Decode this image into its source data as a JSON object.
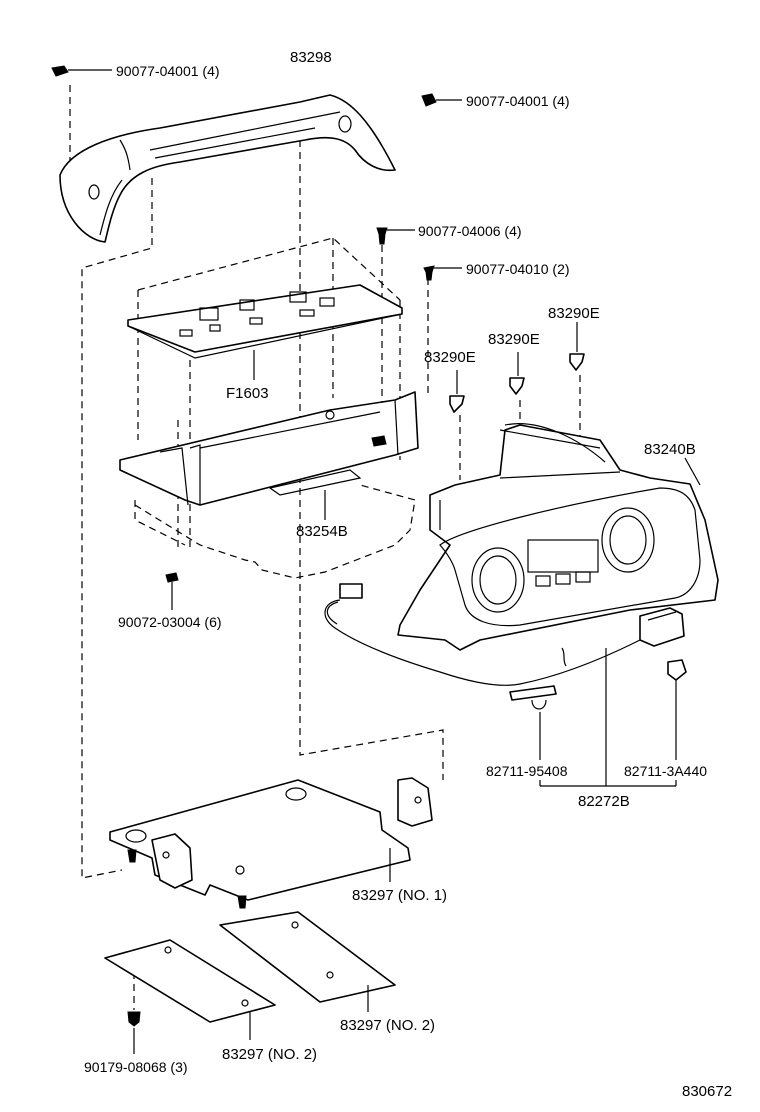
{
  "labels": {
    "p83298": "83298",
    "p90077_04001_left": "90077-04001 (4)",
    "p90077_04001_right": "90077-04001 (4)",
    "p90077_04006": "90077-04006 (4)",
    "p90077_04010": "90077-04010 (2)",
    "pF1603": "F1603",
    "p83290E_a": "83290E",
    "p83290E_b": "83290E",
    "p83290E_c": "83290E",
    "p83240B": "83240B",
    "p83254B": "83254B",
    "p90072_03004": "90072-03004 (6)",
    "p82711_95408": "82711-95408",
    "p82711_3A440": "82711-3A440",
    "p82272B": "82272B",
    "p83297_no1": "83297 (NO. 1)",
    "p83297_no2_right": "83297 (NO. 2)",
    "p83297_no2_left": "83297 (NO. 2)",
    "p90179_08068": "90179-08068 (3)",
    "figure_code": "830672"
  }
}
